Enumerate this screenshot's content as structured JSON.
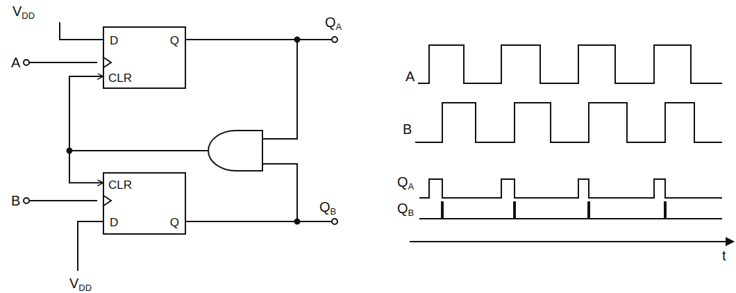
{
  "diagram": {
    "nodes": [
      {
        "text": [
          "D",
          "Q",
          "CLR"
        ]
      },
      {
        "text": [
          "CLR",
          "D",
          "Q"
        ]
      }
    ],
    "edges": [
      {
        "from": 0,
        "to": 1,
        "arrow": "both"
      }
    ],
    "labels": [
      "VDD",
      "A",
      "QA",
      "B",
      "QB",
      "VDD",
      "A",
      "B",
      "QA",
      "QB",
      "t"
    ]
  }
}
